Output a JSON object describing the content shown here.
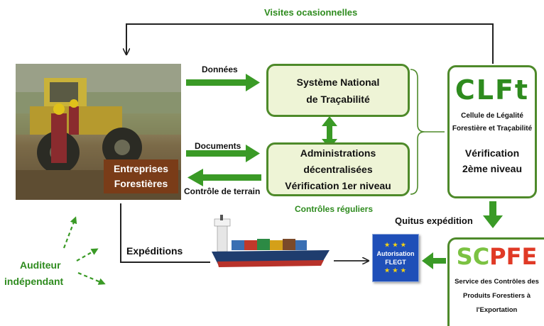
{
  "top_label": "Visites ocasionnelles",
  "arrows": {
    "donnees": "Données",
    "documents": "Documents",
    "controle_terrain": "Contrôle de terrain",
    "controles_reguliers": "Contrôles réguliers",
    "quitus": "Quitus expédition",
    "expeditions": "Expéditions"
  },
  "entreprises": {
    "line1": "Entreprises",
    "line2": "Forestières"
  },
  "snt": {
    "line1": "Système National",
    "line2": "de Traçabilité"
  },
  "admin": {
    "line1": "Administrations",
    "line2": "décentralisées",
    "line3": "Vérification 1er niveau"
  },
  "clft": {
    "logo": "CLFt",
    "name_line1": "Cellule de Légalité",
    "name_line2": "Forestière et Traçabilité",
    "verif_line1": "Vérification",
    "verif_line2": "2ème niveau"
  },
  "scpfe": {
    "logo": "SCPFE",
    "name_line1": "Service des Contrôles des",
    "name_line2": "Produits Forestiers à",
    "name_line3": "l'Exportation"
  },
  "flegt": {
    "line1": "Autorisation",
    "line2": "FLEGT"
  },
  "auditeur": {
    "line1": "Auditeur",
    "line2": "indépendant"
  },
  "colors": {
    "green": "#2e8b1e",
    "dark_green": "#1e7a14",
    "box_border": "#4e8a2a",
    "box_fill": "#eef4d6",
    "brown": "#7a3c18",
    "eu_blue": "#1f4fb8",
    "scpfe_green": "#7bc242",
    "scpfe_red": "#e03a26"
  },
  "icons": [
    "loader-photo-icon",
    "cargo-ship-icon",
    "eu-stars-icon"
  ]
}
